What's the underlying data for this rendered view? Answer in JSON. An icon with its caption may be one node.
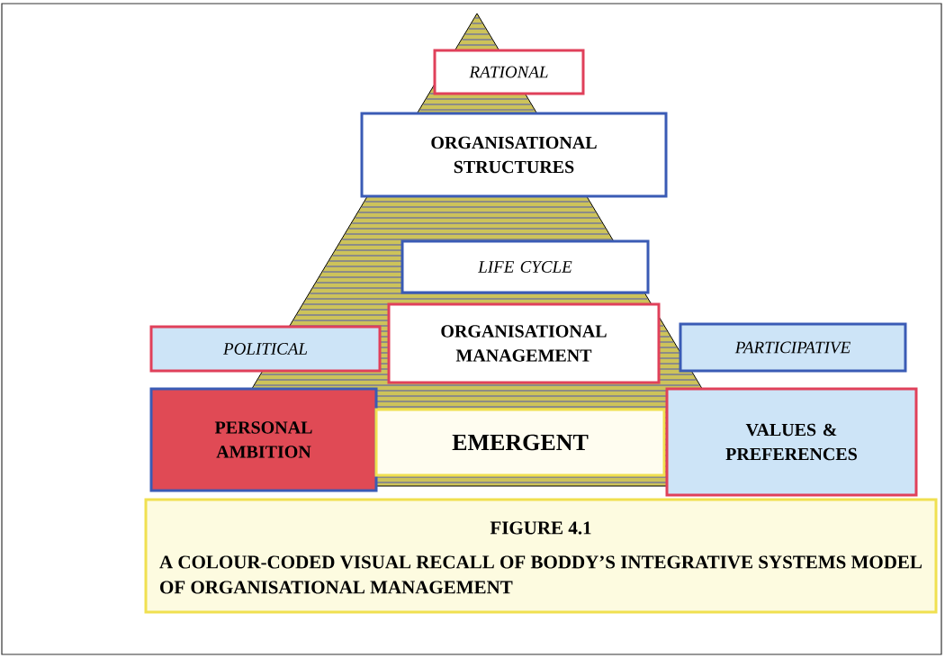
{
  "diagram": {
    "nodes": [
      {
        "text": [
          "RATIONAL"
        ]
      },
      {
        "text": [
          "ORGANISATIONAL STRUCTURES"
        ]
      },
      {
        "text": [
          "LIFE CYCLE"
        ]
      },
      {
        "text": [
          "POLITICAL"
        ]
      },
      {
        "text": [
          "ORGANISATIONAL MANAGEMENT"
        ]
      },
      {
        "text": [
          "PARTICIPATIVE"
        ]
      },
      {
        "text": [
          "PERSONAL AMBITION"
        ]
      },
      {
        "text": [
          "EMERGENT"
        ]
      },
      {
        "text": [
          "VALUES & PREFERENCES"
        ]
      },
      {
        "text": [
          "FIGURE 4.1",
          "A COLOUR-CODED VISUAL RECALL OF BODDY’S INTEGRATIVE SYSTEMS MODEL OF ORGANISATIONAL MANAGEMENT"
        ]
      }
    ]
  }
}
